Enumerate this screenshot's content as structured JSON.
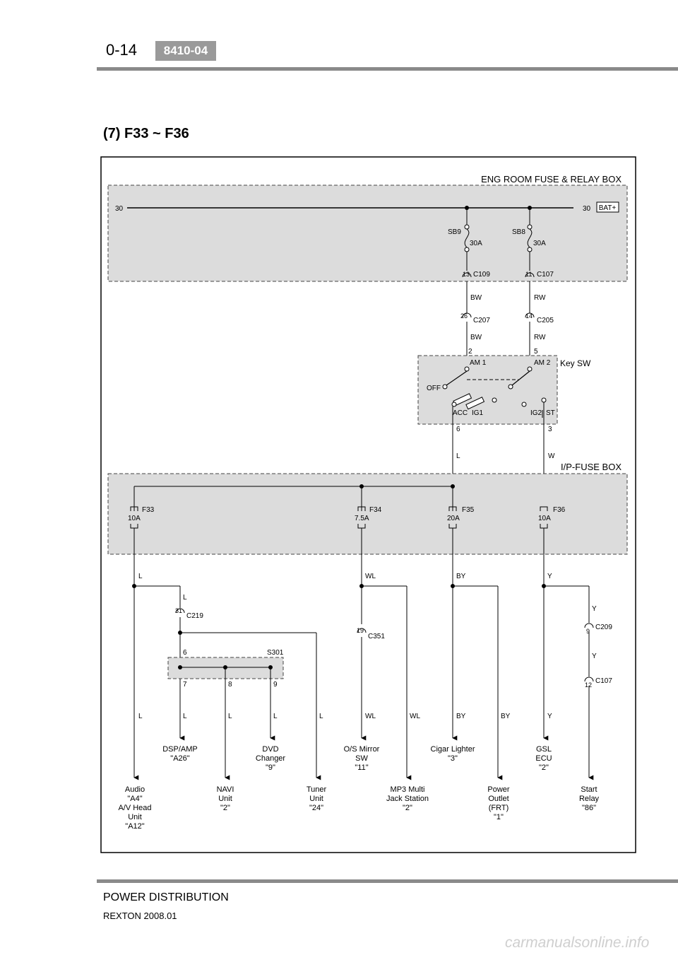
{
  "header": {
    "page_number": "0-14",
    "badge": "8410-04"
  },
  "section_title": "(7) F33 ~ F36",
  "footer": {
    "title": "POWER DISTRIBUTION",
    "subtitle": "REXTON 2008.01"
  },
  "watermark": "carmanualsonline.info",
  "diagram": {
    "eng_box_title": "ENG ROOM FUSE & RELAY BOX",
    "ip_box_title": "I/P-FUSE BOX",
    "keysw_title": "Key SW",
    "terminal_30": "30",
    "bat": "BAT+",
    "sb9": {
      "name": "SB9",
      "rating": "30A"
    },
    "sb8": {
      "name": "SB8",
      "rating": "30A"
    },
    "conn_c109": {
      "pin": "13",
      "name": "C109"
    },
    "conn_c107a": {
      "pin": "11",
      "name": "C107"
    },
    "conn_c207": {
      "pin": "26",
      "name": "C207"
    },
    "conn_c205": {
      "pin": "14",
      "name": "C205"
    },
    "wire_bw": "BW",
    "wire_rw": "RW",
    "keysw": {
      "pin2": "2",
      "pin5": "5",
      "am1": "AM 1",
      "am2": "AM 2",
      "off": "OFF",
      "acc": "ACC",
      "ig1": "IG1",
      "ig2": "IG2",
      "st": "ST",
      "pin6": "6",
      "pin3": "3"
    },
    "wire_l": "L",
    "wire_w": "W",
    "wire_wl": "WL",
    "wire_by": "BY",
    "wire_y": "Y",
    "fuses": [
      {
        "name": "F33",
        "rating": "10A"
      },
      {
        "name": "F34",
        "rating": "7.5A"
      },
      {
        "name": "F35",
        "rating": "20A"
      },
      {
        "name": "F36",
        "rating": "10A"
      }
    ],
    "conn_c219": {
      "pin": "31",
      "name": "C219"
    },
    "splice": {
      "name": "S301",
      "pin6": "6",
      "pin7": "7",
      "pin8": "8",
      "pin9": "9"
    },
    "conn_c351": {
      "pin": "19",
      "name": "C351"
    },
    "conn_c209": {
      "pin": "9",
      "name": "C209"
    },
    "conn_c107b": {
      "pin": "12",
      "name": "C107"
    },
    "components": {
      "audio": [
        "Audio",
        "\"A4\"",
        "A/V Head",
        "Unit",
        "\"A12\""
      ],
      "dsp": [
        "DSP/AMP",
        "\"A26\""
      ],
      "navi": [
        "NAVI",
        "Unit",
        "\"2\""
      ],
      "dvd": [
        "DVD",
        "Changer",
        "\"9\""
      ],
      "tuner": [
        "Tuner",
        "Unit",
        "\"24\""
      ],
      "osmirror": [
        "O/S Mirror",
        "SW",
        "\"11\""
      ],
      "mp3": [
        "MP3 Multi",
        "Jack Station",
        "\"2\""
      ],
      "cigar": [
        "Cigar Lighter",
        "\"3\""
      ],
      "power": [
        "Power",
        "Outlet",
        "(FRT)",
        "\"1\""
      ],
      "gsl": [
        "GSL",
        "ECU",
        "\"2\""
      ],
      "start": [
        "Start",
        "Relay",
        "\"86\""
      ]
    }
  }
}
